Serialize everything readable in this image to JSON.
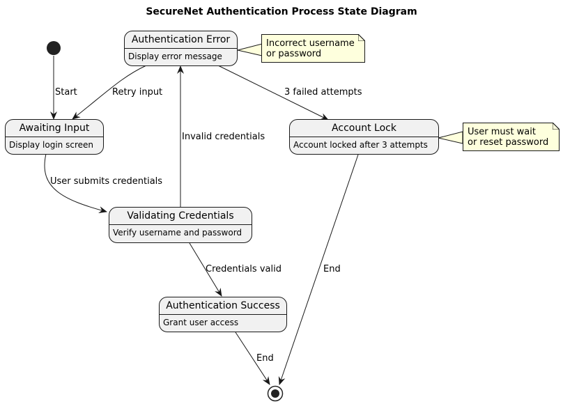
{
  "title": "SecureNet Authentication Process State Diagram",
  "states": {
    "auth_error": {
      "name": "Authentication Error",
      "desc": "Display error message"
    },
    "awaiting_input": {
      "name": "Awaiting Input",
      "desc": "Display login screen"
    },
    "account_lock": {
      "name": "Account Lock",
      "desc": "Account locked after 3 attempts"
    },
    "validating": {
      "name": "Validating Credentials",
      "desc": "Verify username and password"
    },
    "auth_success": {
      "name": "Authentication Success",
      "desc": "Grant user access"
    }
  },
  "notes": {
    "error_note": {
      "line1": "Incorrect username",
      "line2": "or password"
    },
    "lock_note": {
      "line1": "User must wait",
      "line2": "or reset password"
    }
  },
  "transitions": {
    "start": "Start",
    "retry": "Retry input",
    "failed": "3 failed attempts",
    "invalid": "Invalid credentials",
    "submit": "User submits credentials",
    "valid": "Credentials valid",
    "end_lock": "End",
    "end_success": "End"
  },
  "colors": {
    "state_fill": "#f1f1f1",
    "note_fill": "#feffdd",
    "line": "#181818"
  }
}
